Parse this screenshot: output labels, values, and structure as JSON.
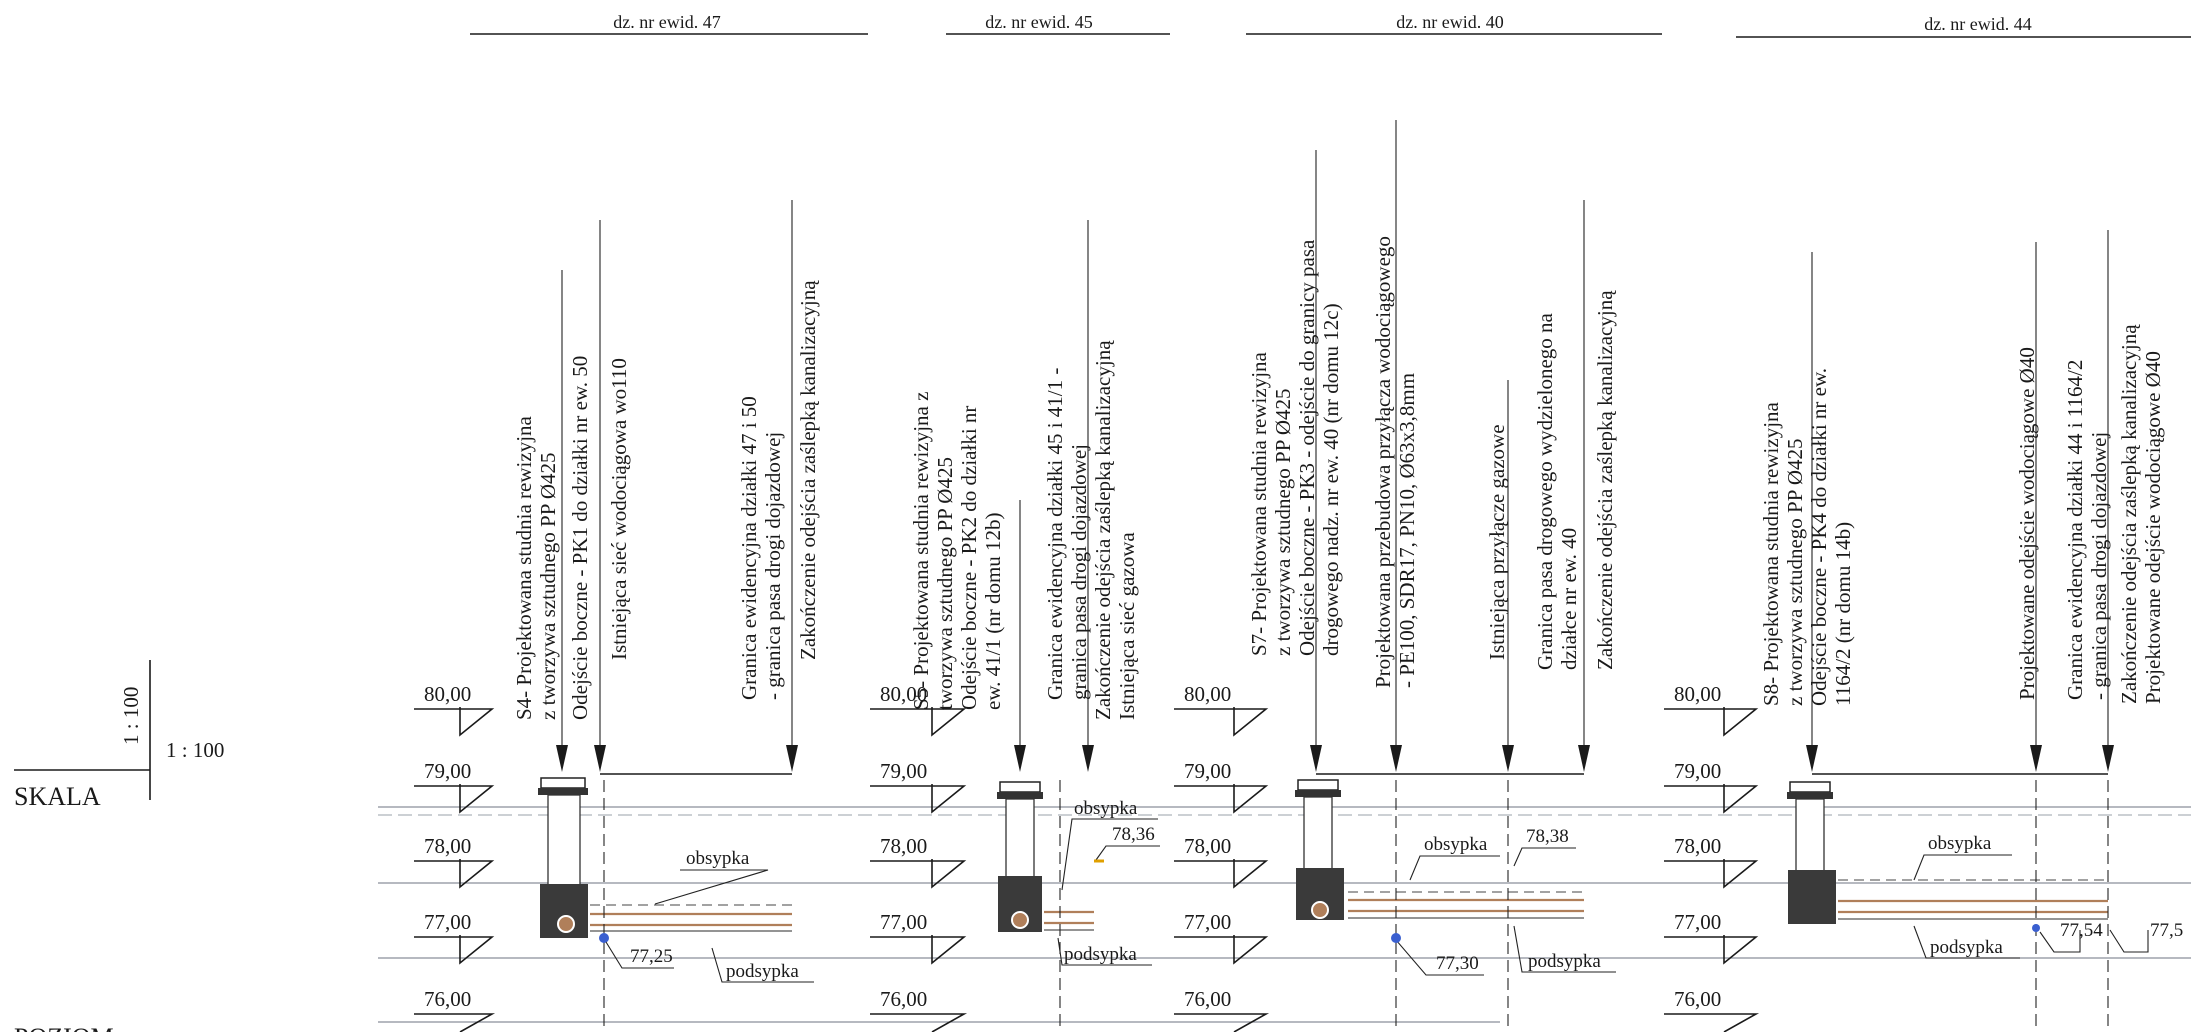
{
  "scale": {
    "label": "SKALA",
    "vertical": "1 : 100",
    "horizontal": "1 : 100"
  },
  "poziom_label": "POZIOM",
  "parcels": [
    {
      "label": "dz. nr ewid. 47"
    },
    {
      "label": "dz. nr ewid. 45"
    },
    {
      "label": "dz. nr ewid. 40"
    },
    {
      "label": "dz. nr ewid. 44"
    }
  ],
  "elevation_labels": [
    "80,00",
    "79,00",
    "78,00",
    "77,00",
    "76,00"
  ],
  "sections": [
    {
      "id": "s4",
      "descriptions": [
        [
          "S4- Projektowana studnia rewizyjna",
          "z tworzywa sztudnego PP Ø425"
        ],
        [
          "Odejście boczne - PK1 do działki nr ew. 50"
        ],
        [
          "Istniejąca sieć wodociągowa wo110"
        ],
        [
          "Granica ewidencyjna działki 47 i 50",
          "- granica pasa drogi dojazdowej"
        ],
        [
          "Zakończenie odejścia zaślepką kanalizacyjną"
        ]
      ],
      "annotations": {
        "backfill": "obsypka",
        "bedding": "podsypka",
        "level": "77,25"
      }
    },
    {
      "id": "s5",
      "descriptions": [
        [
          "S5- Projektowana studnia rewizyjna z",
          "tworzywa sztudnego PP Ø425",
          "Odejście boczne - PK2 do działki nr",
          "ew. 41/1 (nr domu 12b)"
        ],
        [
          "Granica ewidencyjna działki 45 i 41/1 -",
          "granica pasa drogi dojazdowej"
        ],
        [
          "Zakończenie odejścia zaślepką kanalizacyjną",
          "Istniejąca sieć gazowa"
        ]
      ],
      "annotations": {
        "backfill": "obsypka",
        "bedding": "podsypka",
        "level": "78,36"
      }
    },
    {
      "id": "s7",
      "descriptions": [
        [
          "S7- Projektowana studnia rewizyjna",
          "z tworzywa sztudnego PP Ø425",
          "Odejście boczne - PK3 - odejście do granicy pasa",
          "drogowego nadz. nr ew. 40 (nr domu 12c)"
        ],
        [
          "Projektowana przebudowa przyłącza wodociągowego",
          "- PE100, SDR17, PN10, Ø63x3,8mm"
        ],
        [
          "Istniejąca przyłącze gazowe"
        ],
        [
          "Granica pasa drogowego wydzielonego na",
          "działce nr ew. 40"
        ],
        [
          "Zakończenie odejścia zaślepką kanalizacyjną"
        ]
      ],
      "annotations": {
        "backfill": "obsypka",
        "bedding": "podsypka",
        "level": "78,38",
        "level2": "77,30"
      }
    },
    {
      "id": "s8",
      "descriptions": [
        [
          "S8- Projektowana studnia rewizyjna",
          "z tworzywa sztudnego PP Ø425",
          "Odejście boczne - PK4 do działki nr ew.",
          "1164/2 (nr domu 14b)"
        ],
        [
          "Projektowane odejście wodociągowe Ø40"
        ],
        [
          "Granica ewidencyjna działki 44 i 1164/2",
          "- granica pasa drogi dojazdowej"
        ],
        [
          "Zakończenie odejścia zaślepką kanalizacyjną",
          "Projektowane odejście wodociągowe Ø40"
        ]
      ],
      "annotations": {
        "backfill": "obsypka",
        "bedding": "podsypka",
        "level": "77,54",
        "level2": "77,5"
      }
    }
  ]
}
